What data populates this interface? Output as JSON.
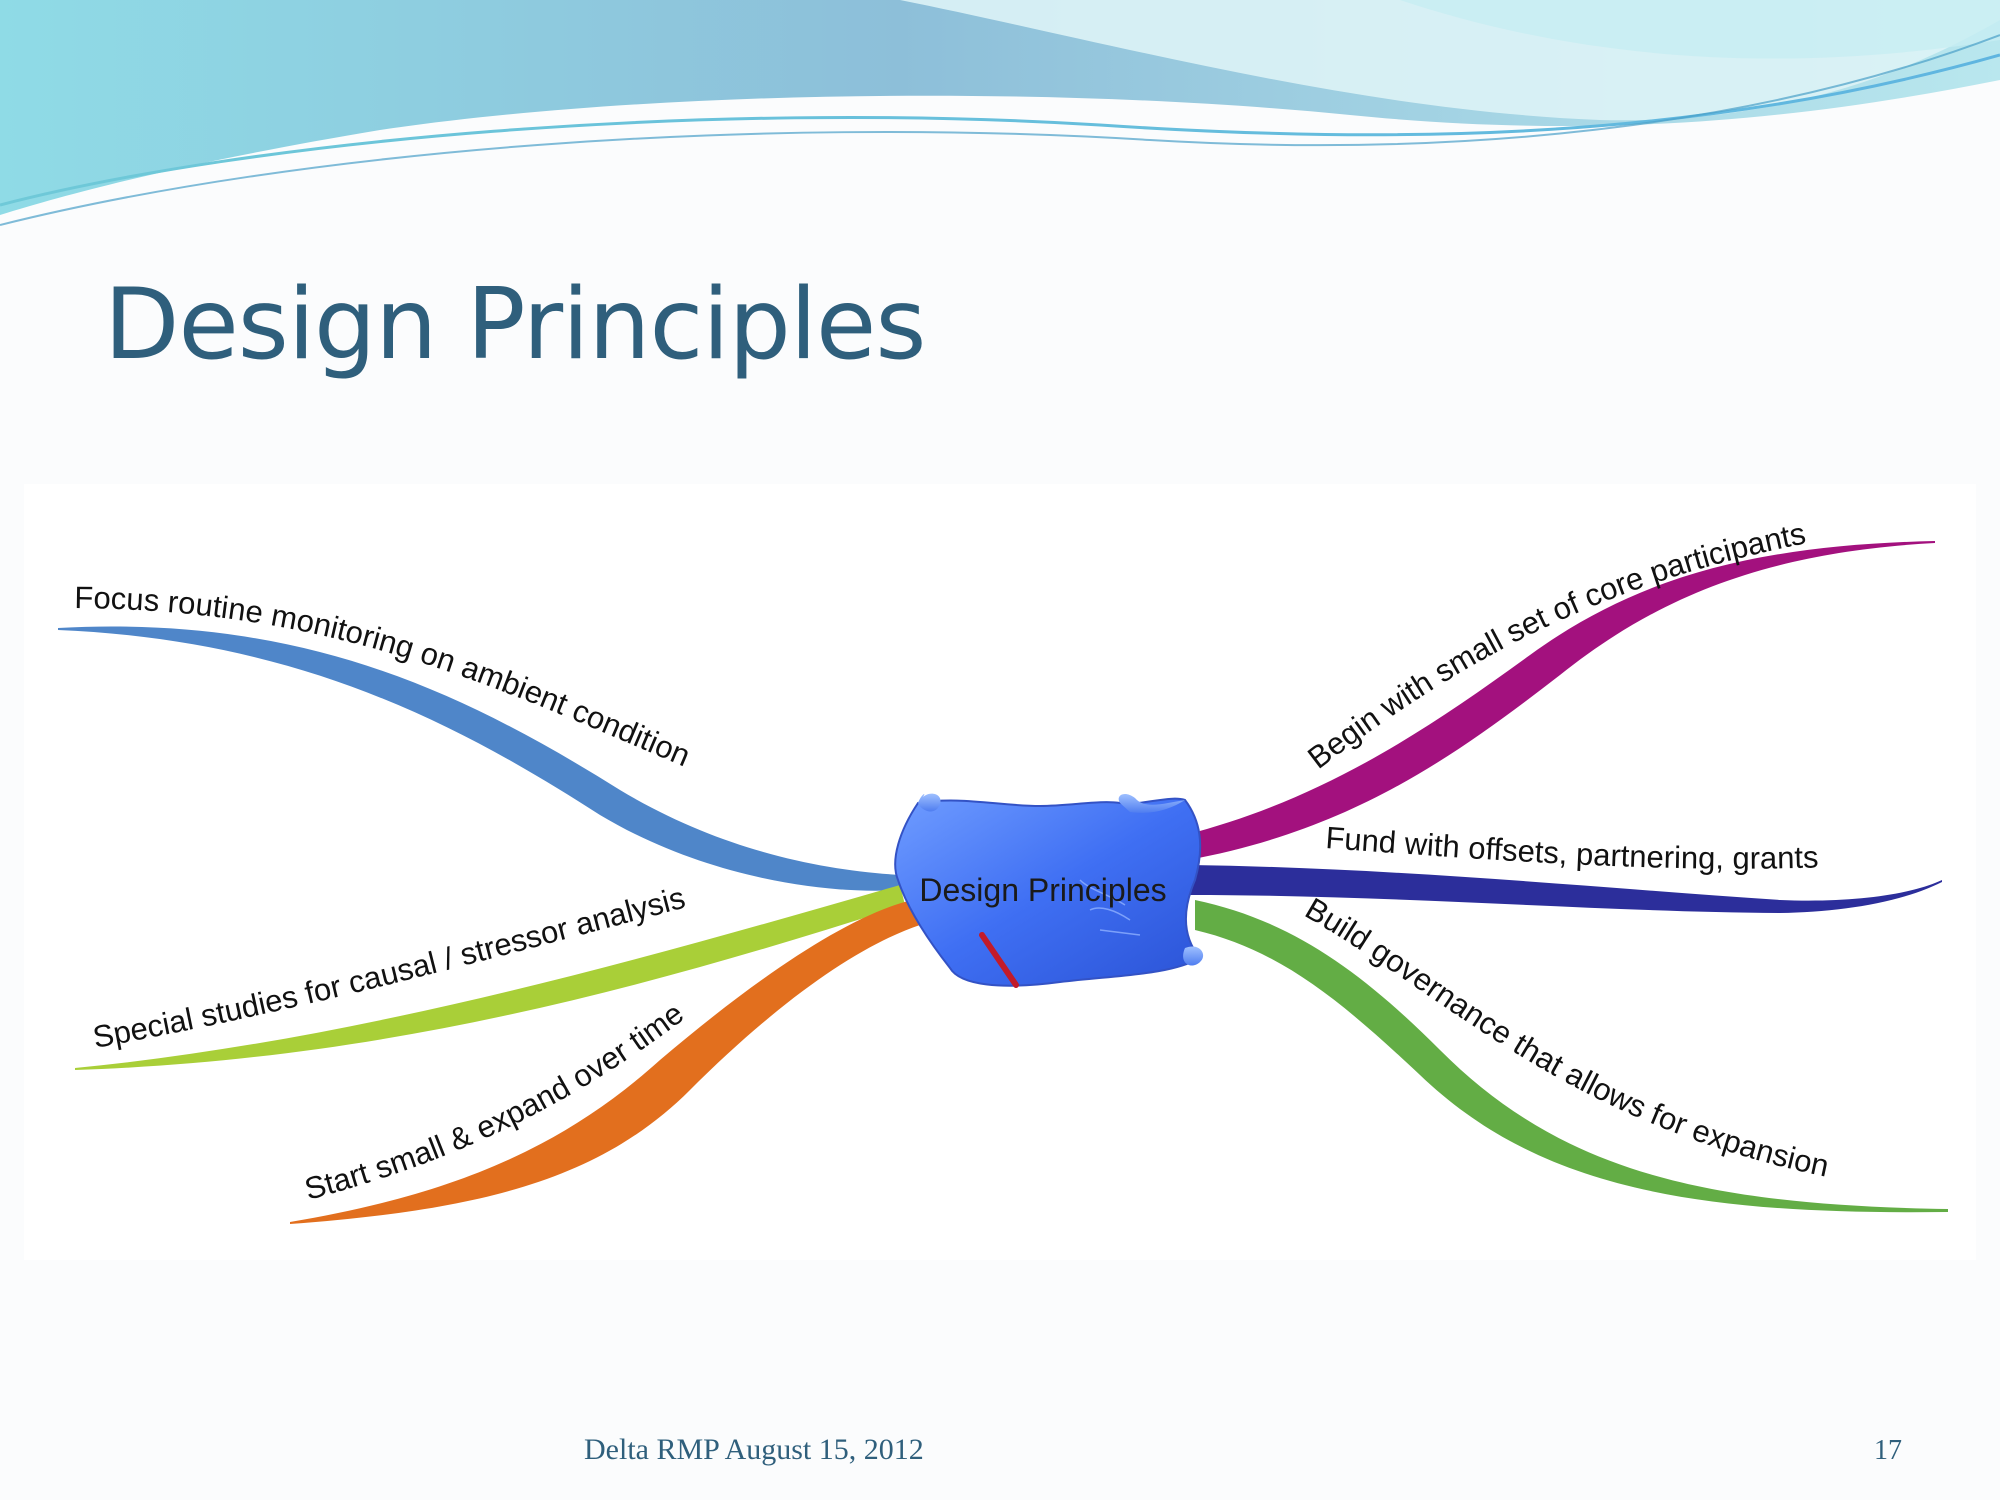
{
  "slide": {
    "title": "Design Principles",
    "footer": "Delta RMP August 15, 2012",
    "page_number": "17"
  },
  "mindmap": {
    "central_topic": "Design Principles",
    "central_icon": "scroll-icon",
    "branches": [
      {
        "label": "Focus routine monitoring on ambient condition",
        "color": "#4f86c9"
      },
      {
        "label": "Special studies for causal / stressor analysis",
        "color": "#a9cf38"
      },
      {
        "label": "Start small & expand over time",
        "color": "#e26f1e"
      },
      {
        "label": "Begin with small set of core participants",
        "color": "#a3117e"
      },
      {
        "label": "Fund with offsets, partnering, grants",
        "color": "#2c2e9b"
      },
      {
        "label": "Build governance that allows for expansion",
        "color": "#63ad45"
      }
    ]
  },
  "colors": {
    "title": "#2f5f7c",
    "footer": "#2f5f7c"
  }
}
